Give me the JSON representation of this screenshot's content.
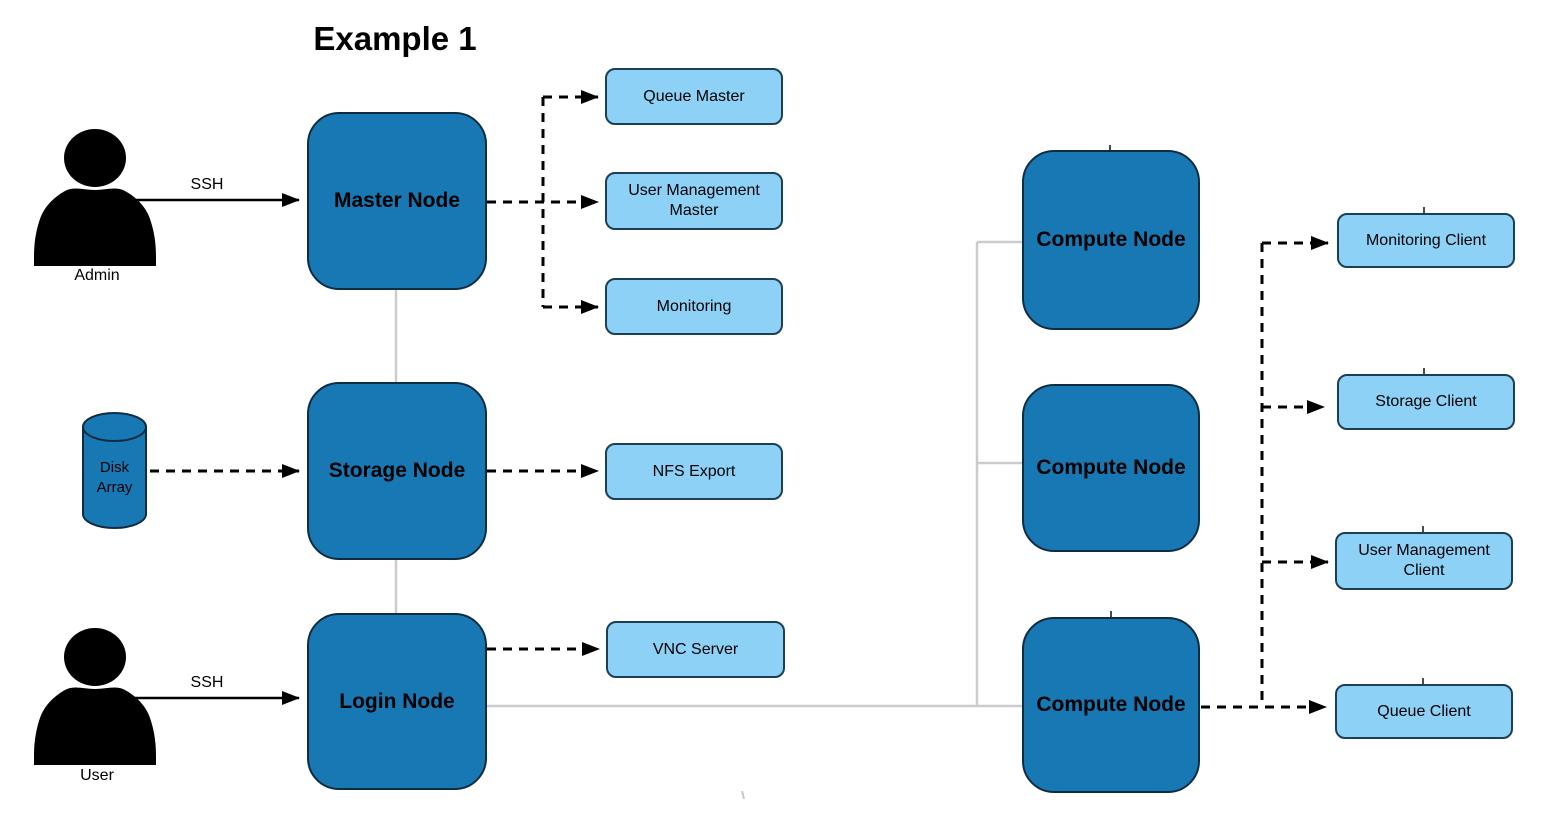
{
  "title": "Example 1",
  "actors": [
    {
      "id": "admin",
      "label": "Admin"
    },
    {
      "id": "user",
      "label": "User"
    }
  ],
  "edge_labels": {
    "admin_ssh": "SSH",
    "user_ssh": "SSH"
  },
  "storage_device": {
    "label": "Disk Array"
  },
  "nodes": [
    {
      "id": "master-node",
      "label": "Master Node"
    },
    {
      "id": "storage-node",
      "label": "Storage Node"
    },
    {
      "id": "login-node",
      "label": "Login Node"
    },
    {
      "id": "compute-node-1",
      "label": "Compute Node"
    },
    {
      "id": "compute-node-2",
      "label": "Compute Node"
    },
    {
      "id": "compute-node-3",
      "label": "Compute Node"
    }
  ],
  "services": [
    {
      "id": "queue-master",
      "label": "Queue Master"
    },
    {
      "id": "user-management-master",
      "label": "User Management Master"
    },
    {
      "id": "monitoring",
      "label": "Monitoring"
    },
    {
      "id": "nfs-export",
      "label": "NFS Export"
    },
    {
      "id": "vnc-server",
      "label": "VNC Server"
    },
    {
      "id": "monitoring-client",
      "label": "Monitoring Client"
    },
    {
      "id": "storage-client",
      "label": "Storage Client"
    },
    {
      "id": "user-management-client",
      "label": "User Management Client"
    },
    {
      "id": "queue-client",
      "label": "Queue Client"
    }
  ],
  "colors": {
    "node_fill": "#1878B4",
    "node_stroke": "#0F2D42",
    "service_fill": "#8DD1F7",
    "service_stroke": "#1B4055",
    "connector_gray": "#CCCCCC",
    "arrow_black": "#000000"
  }
}
